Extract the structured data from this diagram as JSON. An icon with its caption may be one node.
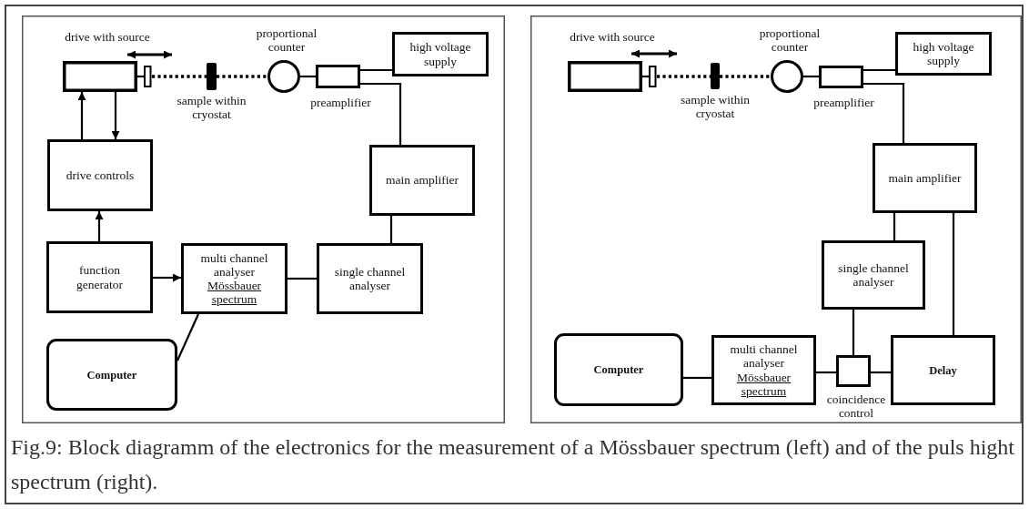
{
  "diagram": {
    "caption": "Fig.9: Block diagramm of the electronics for the measurement of a Mössbauer spectrum (left) and of the puls hight spectrum (right).",
    "nodes": [
      {
        "text": [],
        "shape": "box"
      },
      {
        "text": [
          "drive with source"
        ],
        "in": 0
      },
      {
        "text": [
          "sample within cryostat"
        ],
        "in": 0
      },
      {
        "text": [
          "proportional counter"
        ],
        "in": 0
      },
      {
        "text": [
          "preamplifier"
        ],
        "in": 0
      },
      {
        "text": [
          "high voltage supply"
        ],
        "in": 0
      },
      {
        "text": [
          "drive controls"
        ],
        "in": 0
      },
      {
        "text": [
          "main amplifier"
        ],
        "in": 0
      },
      {
        "text": [
          "function generator"
        ],
        "in": 0
      },
      {
        "text": [
          "multi channel analyser",
          "Mössbauer spectrum"
        ],
        "in": 0
      },
      {
        "text": [
          "single channel analyser"
        ],
        "in": 0
      },
      {
        "text": [
          "Computer"
        ],
        "in": 0
      },
      {
        "text": [],
        "shape": "box"
      },
      {
        "text": [
          "drive with source"
        ],
        "in": 12
      },
      {
        "text": [
          "sample within cryostat"
        ],
        "in": 12
      },
      {
        "text": [
          "proportional counter"
        ],
        "in": 12
      },
      {
        "text": [
          "preamplifier"
        ],
        "in": 12
      },
      {
        "text": [
          "high voltage supply"
        ],
        "in": 12
      },
      {
        "text": [
          "main amplifier"
        ],
        "in": 12
      },
      {
        "text": [
          "single channel analyser"
        ],
        "in": 12
      },
      {
        "text": [
          "Computer"
        ],
        "in": 12
      },
      {
        "text": [
          "multi channel analyser",
          "Mössbauer spectrum"
        ],
        "in": 12
      },
      {
        "text": [
          "coincidence control"
        ],
        "in": 12
      },
      {
        "text": [
          "Delay"
        ],
        "in": 12
      }
    ],
    "edges": [
      {
        "from": 1,
        "to": 2,
        "arrow": "none",
        "style": "dashed"
      },
      {
        "from": 2,
        "to": 3,
        "arrow": "none",
        "style": "dashed"
      },
      {
        "from": 3,
        "to": 4,
        "arrow": "none"
      },
      {
        "from": 4,
        "to": 5,
        "arrow": "none"
      },
      {
        "from": 4,
        "to": 7,
        "arrow": "none"
      },
      {
        "from": 6,
        "to": 1,
        "arrow": "to"
      },
      {
        "from": 1,
        "to": 6,
        "arrow": "to"
      },
      {
        "from": 8,
        "to": 6,
        "arrow": "to"
      },
      {
        "from": 8,
        "to": 9,
        "arrow": "to"
      },
      {
        "from": 9,
        "to": 10,
        "arrow": "none"
      },
      {
        "from": 10,
        "to": 7,
        "arrow": "none"
      },
      {
        "from": 11,
        "to": 9,
        "arrow": "none"
      },
      {
        "from": 13,
        "to": 14,
        "arrow": "none",
        "style": "dashed"
      },
      {
        "from": 14,
        "to": 15,
        "arrow": "none",
        "style": "dashed"
      },
      {
        "from": 15,
        "to": 16,
        "arrow": "none"
      },
      {
        "from": 16,
        "to": 17,
        "arrow": "none"
      },
      {
        "from": 16,
        "to": 18,
        "arrow": "none"
      },
      {
        "from": 18,
        "to": 19,
        "arrow": "none"
      },
      {
        "from": 18,
        "to": 23,
        "arrow": "none"
      },
      {
        "from": 19,
        "to": 22,
        "arrow": "none"
      },
      {
        "from": 20,
        "to": 21,
        "arrow": "none"
      },
      {
        "from": 21,
        "to": 22,
        "arrow": "none"
      },
      {
        "from": 22,
        "to": 23,
        "arrow": "none"
      }
    ]
  }
}
